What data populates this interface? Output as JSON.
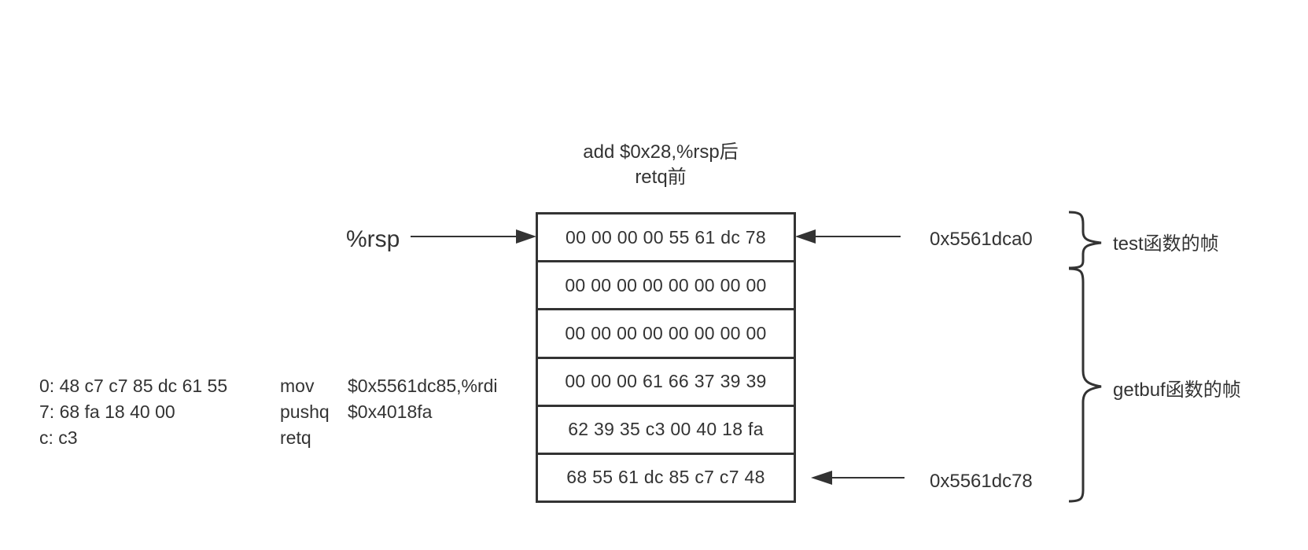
{
  "title": {
    "line1": "add $0x28,%rsp后",
    "line2": "retq前"
  },
  "rsp_label": "%rsp",
  "stack_rows": [
    "00 00 00 00 55 61 dc 78",
    "00 00 00 00 00 00 00 00",
    "00 00 00 00 00 00 00 00",
    "00 00 00 61 66 37 39 39",
    "62 39 35 c3 00 40 18 fa",
    "68 55 61 dc 85 c7 c7 48"
  ],
  "addresses": {
    "top": "0x5561dca0",
    "bottom": "0x5561dc78"
  },
  "frames": {
    "test": "test函数的帧",
    "getbuf": "getbuf函数的帧"
  },
  "assembly": [
    {
      "addr_bytes": "0: 48 c7 c7 85 dc 61 55",
      "op": "mov",
      "arg": "$0x5561dc85,%rdi"
    },
    {
      "addr_bytes": "7: 68 fa 18 40 00",
      "op": "pushq",
      "arg": "$0x4018fa"
    },
    {
      "addr_bytes": "c: c3",
      "op": "retq",
      "arg": ""
    }
  ],
  "colors": {
    "stroke": "#333333",
    "text": "#333333",
    "background": "#ffffff"
  }
}
